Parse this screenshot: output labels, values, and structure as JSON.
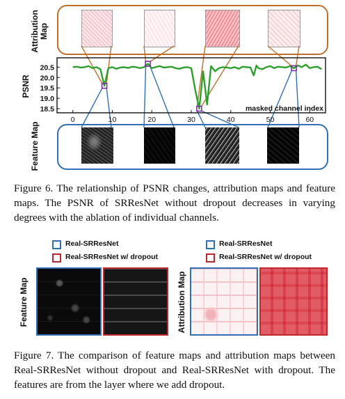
{
  "figure6": {
    "row_labels": {
      "attribution": "Attribution Map",
      "psnr": "PSNR",
      "feature": "Feature Map"
    },
    "chart_data": {
      "type": "line",
      "xlabel": "masked channel index",
      "ylabel": "PSNR",
      "xlim": [
        -4,
        64
      ],
      "ylim": [
        18.3,
        20.95
      ],
      "x_ticks": [
        "0",
        "10",
        "20",
        "30",
        "40",
        "50",
        "60"
      ],
      "y_ticks": [
        "18.5",
        "19.0",
        "19.5",
        "20.0",
        "20.5"
      ],
      "series": [
        {
          "color": "#2ca02c",
          "x": [
            0,
            1,
            2,
            3,
            4,
            5,
            6,
            7,
            8,
            9,
            10,
            11,
            12,
            13,
            14,
            15,
            16,
            17,
            18,
            19,
            20,
            21,
            22,
            23,
            24,
            25,
            26,
            27,
            28,
            29,
            30,
            31,
            32,
            33,
            34,
            35,
            36,
            37,
            38,
            39,
            40,
            41,
            42,
            43,
            44,
            45,
            45.8,
            46.5,
            47,
            48,
            49,
            50,
            51,
            52,
            53,
            54,
            55,
            56,
            57,
            58,
            59,
            60,
            61,
            62,
            63
          ],
          "y": [
            20.5,
            20.52,
            20.48,
            20.5,
            20.55,
            20.45,
            20.5,
            20.4,
            19.6,
            20.45,
            20.5,
            20.42,
            20.48,
            20.5,
            20.46,
            20.52,
            20.5,
            20.45,
            20.5,
            20.66,
            20.45,
            20.5,
            20.55,
            20.48,
            20.5,
            20.52,
            20.45,
            20.42,
            20.48,
            20.5,
            20.45,
            19.4,
            18.5,
            20.3,
            18.7,
            20.55,
            20.3,
            20.45,
            20.5,
            20.48,
            20.45,
            20.5,
            20.42,
            20.52,
            20.5,
            20.48,
            20.1,
            20.58,
            20.45,
            20.4,
            20.5,
            20.55,
            20.45,
            20.52,
            20.5,
            20.48,
            20.55,
            20.45,
            20.58,
            20.5,
            20.62,
            20.45,
            20.5,
            20.52,
            20.4
          ]
        }
      ],
      "highlighted_points": [
        {
          "x": 8,
          "y": 19.6
        },
        {
          "x": 19,
          "y": 20.66
        },
        {
          "x": 32,
          "y": 18.5
        },
        {
          "x": 56,
          "y": 20.45
        }
      ]
    },
    "caption": "Figure 6. The relationship of PSNR changes, attribution maps and feature maps. The PSNR of SRResNet without dropout decreases in varying degrees with the ablation of individual channels."
  },
  "figure7": {
    "legend_left": {
      "blue": "Real-SRResNet",
      "red": "Real-SRResNet w/ dropout"
    },
    "legend_right": {
      "blue": "Real-SRResNet",
      "red": "Real-SRResNet w/ dropout"
    },
    "row_label_left": "Feature Map",
    "row_label_right": "Attribution Map",
    "colors": {
      "blue": "#2e6fb5",
      "red": "#c0262c"
    },
    "caption": "Figure 7. The comparison of feature maps and attribution maps between Real-SRResNet without dropout and Real-SRResNet with dropout. The features are from the layer where we add dropout."
  },
  "colors": {
    "orange": "#c0702a",
    "blue": "#2e6fb5",
    "green": "#2ca02c",
    "purple": "#7b2fa0"
  }
}
